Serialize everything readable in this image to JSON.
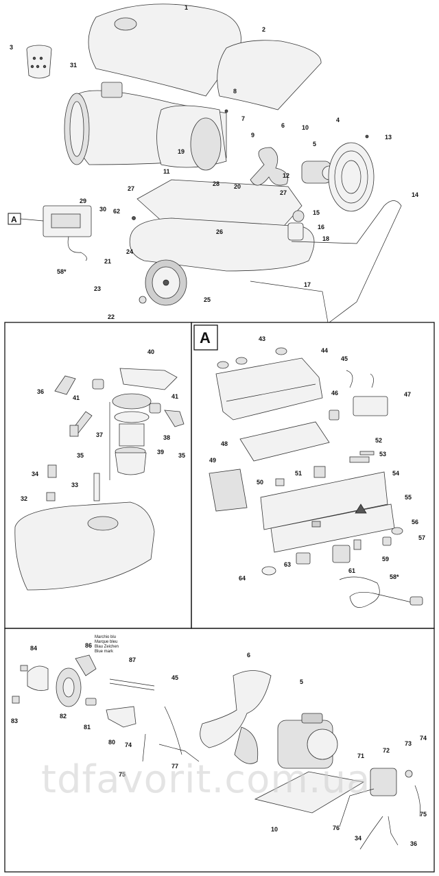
{
  "section_marker": "A",
  "watermark": "tdfavorit.com.ua",
  "color_label": {
    "lines": [
      "Marchio blu",
      "Marque bleu",
      "Blau Zeichen",
      "Blue mark"
    ]
  },
  "labels": {
    "p1": "1",
    "p2": "2",
    "p3": "3",
    "p4": "4",
    "p5": "5",
    "p6": "6",
    "p7": "7",
    "p8": "8",
    "p9": "9",
    "p10": "10",
    "p11": "11",
    "p12": "12",
    "p13": "13",
    "p14": "14",
    "p15": "15",
    "p16": "16",
    "p17": "17",
    "p18": "18",
    "p19": "19",
    "p20": "20",
    "p21": "21",
    "p22": "22",
    "p23": "23",
    "p24": "24",
    "p25": "25",
    "p26": "26",
    "p27a": "27",
    "p27b": "27",
    "p28": "28",
    "p29": "29",
    "p30": "30",
    "p31": "31",
    "p58a": "58*",
    "p62": "62",
    "p32": "32",
    "p33": "33",
    "p34": "34",
    "p35a": "35",
    "p35b": "35",
    "p36": "36",
    "p37": "37",
    "p38": "38",
    "p39": "39",
    "p40": "40",
    "p41a": "41",
    "p41b": "41",
    "p43": "43",
    "p44": "44",
    "p45": "45",
    "p46": "46",
    "p47": "47",
    "p48": "48",
    "p49": "49",
    "p50": "50",
    "p51": "51",
    "p52": "52",
    "p53": "53",
    "p54": "54",
    "p55": "55",
    "p56": "56",
    "p57": "57",
    "p58b": "58*",
    "p59": "59",
    "p61": "61",
    "p63": "63",
    "p64": "64",
    "q5": "5",
    "q6": "6",
    "q10": "10",
    "q34": "34",
    "q36": "36",
    "q45": "45",
    "q71": "71",
    "q72": "72",
    "q73": "73",
    "q74a": "74",
    "q74b": "74",
    "q75a": "75",
    "q75b": "75",
    "q76": "76",
    "q77": "77",
    "q80": "80",
    "q81": "81",
    "q82": "82",
    "q83": "83",
    "q84": "84",
    "q86": "86",
    "q87": "87"
  }
}
